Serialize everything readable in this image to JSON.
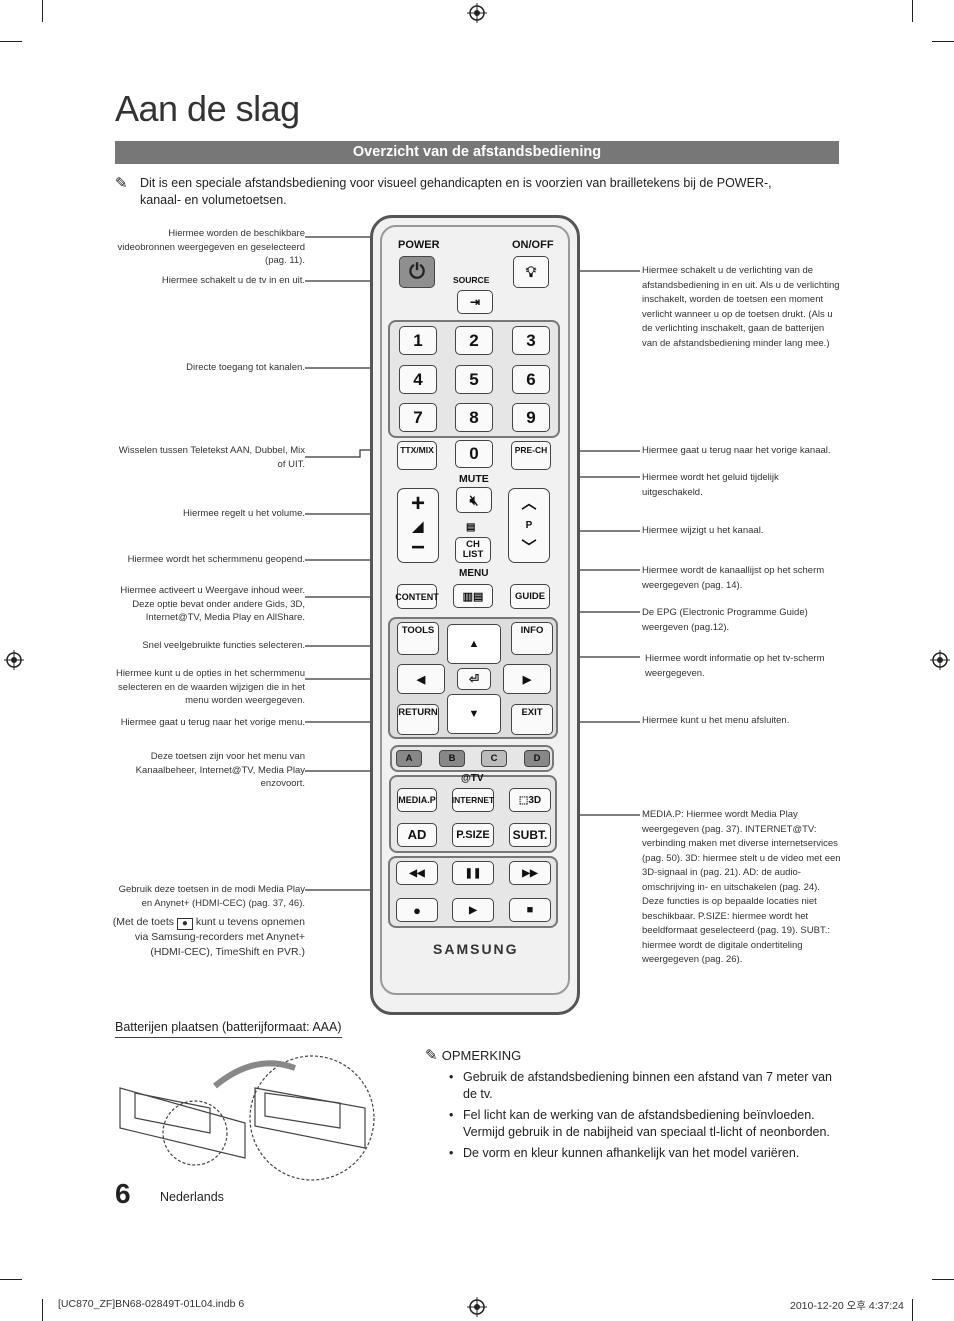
{
  "page_title": "Aan de slag",
  "section_title": "Overzicht van de afstandsbediening",
  "intro_pen_icon": "pencil-note-icon",
  "intro": "Dit is een speciale afstandsbediening voor visueel gehandicapten en is voorzien van brailletekens bij de POWER-, kanaal- en volumetoetsen.",
  "left_labels": {
    "source": "Hiermee worden de beschikbare videobronnen weergegeven en geselecteerd (pag. 11).",
    "power": "Hiermee schakelt u de tv in en uit.",
    "digits": "Directe toegang tot kanalen.",
    "ttx": "Wisselen tussen Teletekst AAN, Dubbel, Mix of UIT.",
    "volume": "Hiermee regelt u het volume.",
    "menu": "Hiermee wordt het schermmenu geopend.",
    "content": "Hiermee activeert u Weergave inhoud weer. Deze optie bevat onder andere Gids, 3D, Internet@TV, Media Play en AllShare.",
    "tools": "Snel veelgebruikte functies selecteren.",
    "nav": "Hiermee kunt u de opties in het schermmenu selecteren en de waarden wijzigen die in het menu worden weergegeven.",
    "return": "Hiermee gaat u terug naar het vorige menu.",
    "color": "Deze toetsen zijn voor het menu van Kanaalbeheer, Internet@TV, Media Play enzovoort.",
    "playback_1": "Gebruik deze toetsen in de modi Media Play en Anynet+ (HDMI-CEC) (pag. 37, 46).",
    "playback_2a": "(Met de toets",
    "playback_2b": "kunt u tevens opnemen via Samsung-recorders met Anynet+ (HDMI-CEC), TimeShift en PVR.)"
  },
  "right_labels": {
    "onoff": "Hiermee schakelt u de verlichting van de afstandsbediening in en uit. Als u de verlichting inschakelt, worden de toetsen een moment verlicht wanneer u op de toetsen drukt. (Als u de verlichting inschakelt, gaan de batterijen van de afstandsbediening minder lang mee.)",
    "prech": "Hiermee gaat u terug naar het vorige kanaal.",
    "mute": "Hiermee wordt het geluid tijdelijk uitgeschakeld.",
    "channel": "Hiermee wijzigt u het kanaal.",
    "chlist": "Hiermee wordt de kanaallijst op het scherm weergegeven (pag. 14).",
    "guide": "De EPG (Electronic Programme Guide) weergeven (pag.12).",
    "info": "Hiermee wordt informatie op het tv-scherm weergegeven.",
    "exit": "Hiermee kunt u het menu afsluiten.",
    "media": "MEDIA.P: Hiermee wordt Media Play weergegeven (pag. 37). INTERNET@TV: verbinding maken met diverse internetservices (pag. 50). 3D: hiermee stelt u de video met een 3D-signaal in (pag. 21). AD: de audio-omschrijving in- en uitschakelen (pag. 24). Deze functies is op bepaalde locaties niet beschikbaar. P.SIZE: hiermee wordt het beeldformaat geselecteerd (pag. 19). SUBT.: hiermee wordt de digitale ondertiteling weergegeven (pag. 26)."
  },
  "remote": {
    "power": "POWER",
    "onoff": "ON/OFF",
    "source": "SOURCE",
    "digits": [
      "1",
      "2",
      "3",
      "4",
      "5",
      "6",
      "7",
      "8",
      "9"
    ],
    "zero": "0",
    "ttx": "TTX/MIX",
    "prech": "PRE-CH",
    "mute": "MUTE",
    "p": "P",
    "chlist": "CH LIST",
    "menu": "MENU",
    "content": "CONTENT",
    "guide": "GUIDE",
    "tools": "TOOLS",
    "info": "INFO",
    "return": "RETURN",
    "exit": "EXIT",
    "colors": [
      "A",
      "B",
      "C",
      "D"
    ],
    "color_hex": [
      "#9a9a9a",
      "#9a9a9a",
      "#bdbdbd",
      "#9a9a9a"
    ],
    "attv": "@TV",
    "mediap": "MEDIA.P",
    "internet": "INTERNET",
    "ad": "AD",
    "psize": "P.SIZE",
    "subt": "SUBT.",
    "brand": "SAMSUNG"
  },
  "battery_title": "Batterijen plaatsen (batterijformaat: AAA)",
  "note_heading": "OPMERKING",
  "notes": [
    "Gebruik de afstandsbediening binnen een afstand van 7 meter van de tv.",
    "Fel licht kan de werking van de afstandsbediening beïnvloeden. Vermijd gebruik in de nabijheid van speciaal tl-licht of neonborden.",
    "De vorm en kleur kunnen afhankelijk van het model variëren."
  ],
  "page_number": "6",
  "language": "Nederlands",
  "footer_left": "[UC870_ZF]BN68-02849T-01L04.indb   6",
  "footer_right": "2010-12-20   오후 4:37:24"
}
